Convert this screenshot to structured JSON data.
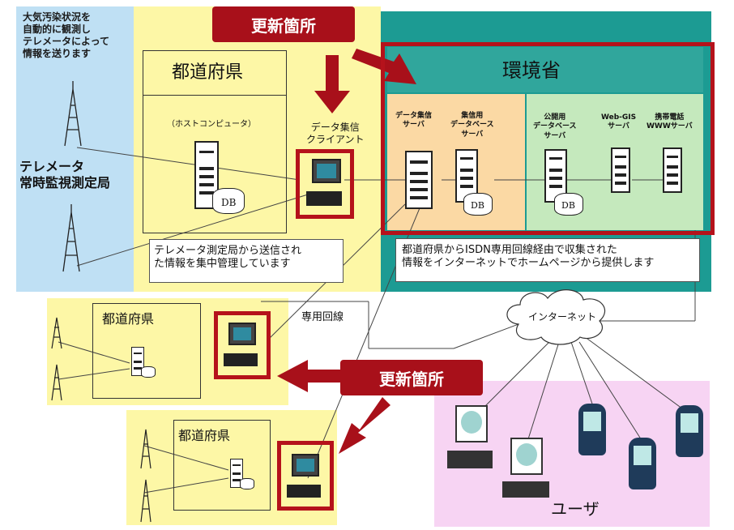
{
  "telemeter": {
    "caption": "大気汚染状況を\n自動的に観測し\nテレメータによって\n情報を送ります",
    "station_label": "テレメータ\n常時監視測定局"
  },
  "callouts": {
    "top": "更新箇所",
    "bottom": "更新箇所"
  },
  "prefecture_main": {
    "title": "都道府県",
    "host_label": "（ホストコンピュータ）",
    "db_label": "DB"
  },
  "client_label": "データ集信\nクライアント",
  "central_note": "テレメータ測定局から送信され\nた情報を集中管理しています",
  "ministry": {
    "title": "環境省",
    "servers": [
      {
        "label": "データ集信\nサーバ"
      },
      {
        "label": "集信用\nデータベース\nサーバ",
        "db": "DB"
      },
      {
        "label": "公開用\nデータベース\nサーバ",
        "db": "DB"
      },
      {
        "label": "Web-GIS\nサーバ"
      },
      {
        "label": "携帯電話\nWWWサーバ"
      }
    ],
    "note": "都道府県からISDN専用回線経由で収集された\n情報をインターネットでホームページから提供します"
  },
  "leased_line_label": "専用回線",
  "internet_label": "インターネット",
  "prefecture_2": {
    "title": "都道府県"
  },
  "prefecture_3": {
    "title": "都道府県"
  },
  "users_label": "ユーザ",
  "colors": {
    "sky": "#bfe0f4",
    "prefecture_yellow": "#fdf7a6",
    "ministry_teal": "#1c9b93",
    "server_orange": "#fbd9a4",
    "server_green": "#c5e9bd",
    "ministry_header": "#30a69c",
    "user_pink": "#f7d4f3",
    "highlight_red": "#b5121b"
  }
}
